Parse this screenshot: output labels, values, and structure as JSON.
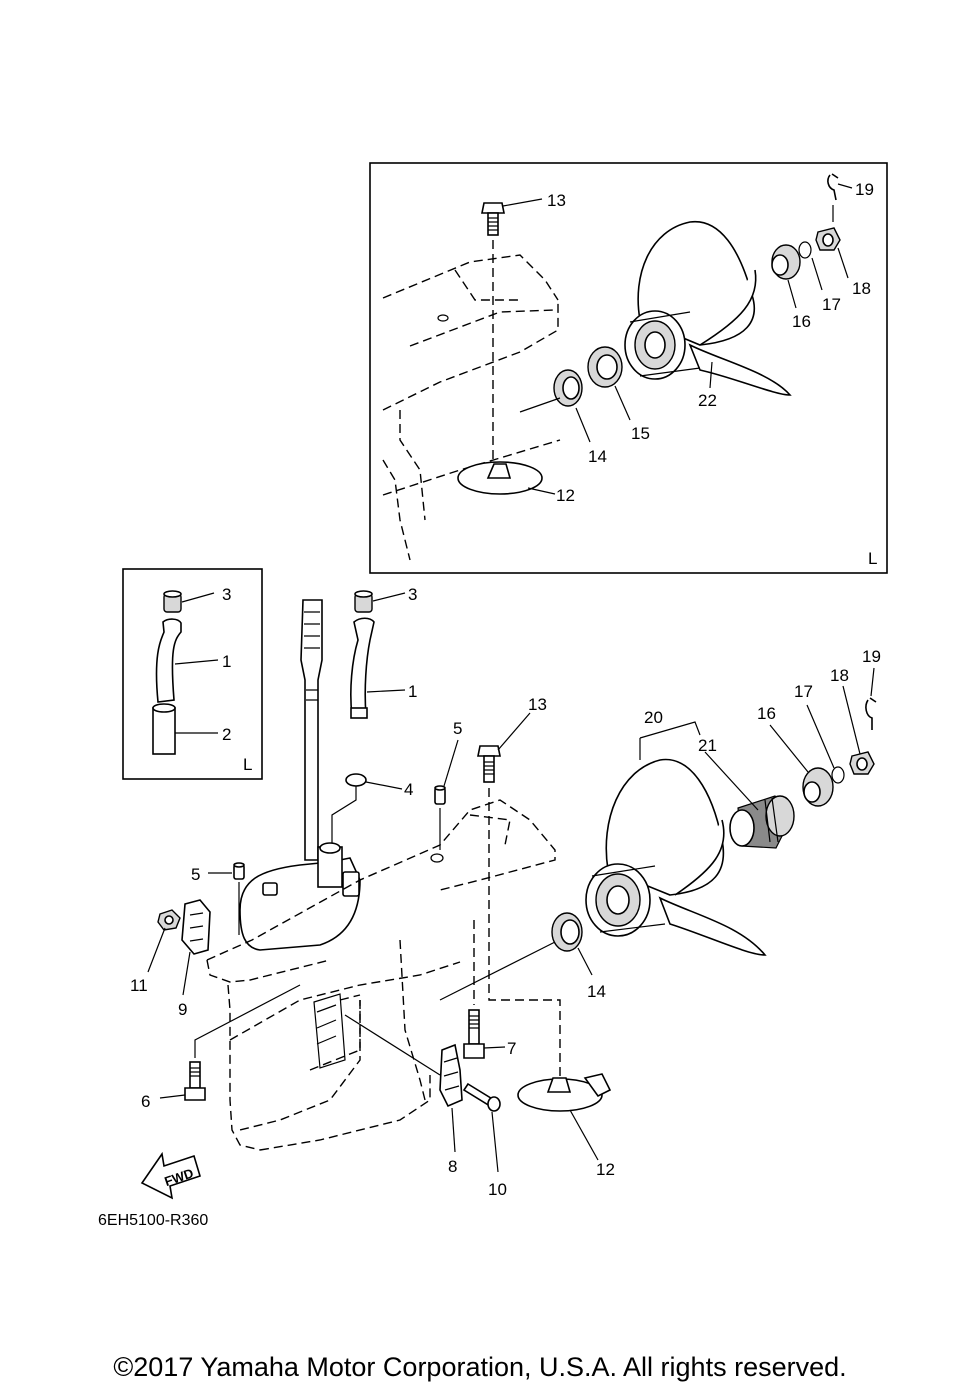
{
  "diagram": {
    "callouts": {
      "inset_propeller": [
        "13",
        "19",
        "18",
        "17",
        "16",
        "22",
        "15",
        "14",
        "12"
      ],
      "inset_tube": [
        "3",
        "1",
        "2"
      ],
      "main": [
        "3",
        "1",
        "5",
        "13",
        "4",
        "20",
        "21",
        "16",
        "17",
        "18",
        "19",
        "5",
        "11",
        "9",
        "14",
        "7",
        "6",
        "8",
        "10",
        "12"
      ]
    },
    "inset_markers": [
      "L",
      "L"
    ],
    "fwd_arrow_label": "FWD",
    "drawing_code": "6EH5100-R360"
  },
  "footer": {
    "copyright": "©2017 Yamaha Motor Corporation, U.S.A. All rights reserved."
  }
}
